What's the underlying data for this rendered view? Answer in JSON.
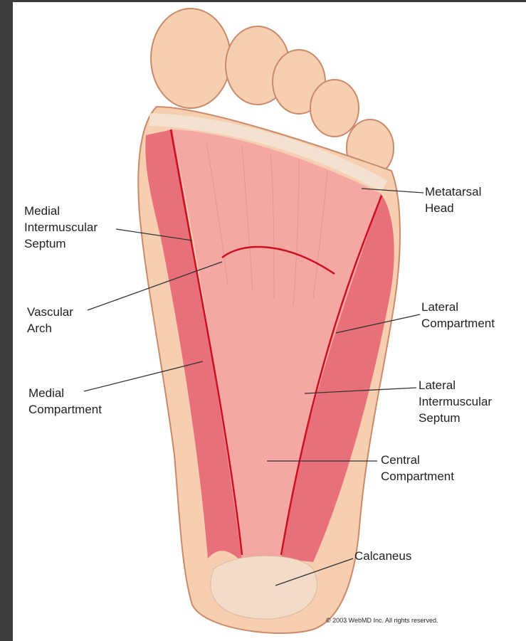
{
  "labels": {
    "medial_intermuscular_septum": "Medial\nIntermuscular\nSeptum",
    "vascular_arch": "Vascular\nArch",
    "medial_compartment": "Medial\nCompartment",
    "metatarsal_head": "Metatarsal\nHead",
    "lateral_compartment": "Lateral\nCompartment",
    "lateral_intermuscular_septum": "Lateral\nIntermuscular\nSeptum",
    "central_compartment": "Central\nCompartment",
    "calcaneus": "Calcaneus"
  },
  "copyright": "© 2003 WebMD Inc. All rights reserved.",
  "colors": {
    "skin": "#f5cfb0",
    "skin_outline": "#c98a6a",
    "central_compartment": "#f4a7a3",
    "side_compartments": "#e8707a",
    "septum_line": "#cc1020",
    "calcaneus": "#f2dcc8",
    "frame": "#3b3b3b"
  }
}
